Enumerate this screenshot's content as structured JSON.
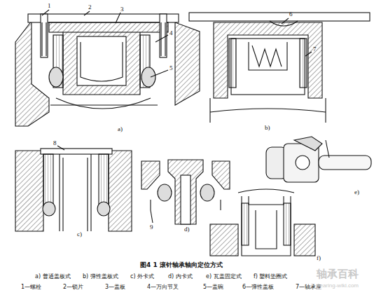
{
  "diagram": {
    "caption": "图4 1 滚针轴承轴向定位方式",
    "labels": [
      "1",
      "2",
      "3",
      "4",
      "5",
      "a)",
      "6",
      "7",
      "b)",
      "8",
      "c)",
      "9",
      "d)",
      "e)",
      "f)",
      "a) 普通盖板式",
      "b) 弹性盖板式",
      "c) 外卡式",
      "d) 内卡式",
      "e) 瓦盖固定式",
      "f) 塑料垫圈式",
      "1—螺栓",
      "2—锁片",
      "3—盖板",
      "4—万向节叉",
      "5—盖碗",
      "6—弹性盖板",
      "7—轴承座",
      "轴承百科",
      "bearing-wiki.com"
    ]
  }
}
